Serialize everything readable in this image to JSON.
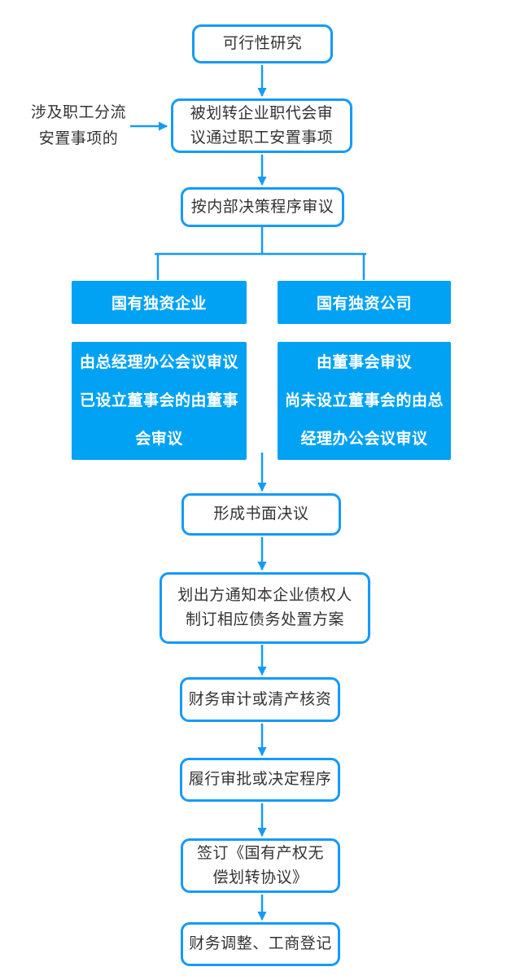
{
  "colors": {
    "stroke": "#159af9",
    "fill": "#01a2f3",
    "text_dark": "#333333",
    "text_light": "#ffffff"
  },
  "nodes": {
    "feasibility": {
      "label": "可行性研究"
    },
    "staff_note": {
      "label": "涉及职工分流\n安置事项的"
    },
    "congress": {
      "label": "被划转企业职代会审\n议通过职工安置事项"
    },
    "internal": {
      "label": "按内部决策程序审议"
    },
    "soe_header": {
      "label": "国有独资企业"
    },
    "soc_header": {
      "label": "国有独资公司"
    },
    "soe_body": {
      "label": "由总经理办公会议审议\n已设立董事会的由董事\n会审议"
    },
    "soc_body": {
      "label": "由董事会审议\n尚未设立董事会的由总\n经理办公会议审议"
    },
    "written": {
      "label": "形成书面决议"
    },
    "creditor": {
      "label": "划出方通知本企业债权人\n制订相应债务处置方案"
    },
    "audit": {
      "label": "财务审计或清产核资"
    },
    "approval": {
      "label": "履行审批或决定程序"
    },
    "agreement": {
      "label": "签订《国有产权无\n偿划转协议》"
    },
    "registration": {
      "label": "财务调整、工商登记"
    }
  },
  "edges": [
    {
      "from": "feasibility",
      "to": "congress"
    },
    {
      "from": "staff_note",
      "to": "congress"
    },
    {
      "from": "congress",
      "to": "internal"
    },
    {
      "from": "internal",
      "to": "soe_header"
    },
    {
      "from": "internal",
      "to": "soc_header"
    },
    {
      "from": "soe_body",
      "to": "written"
    },
    {
      "from": "soc_body",
      "to": "written"
    },
    {
      "from": "written",
      "to": "creditor"
    },
    {
      "from": "creditor",
      "to": "audit"
    },
    {
      "from": "audit",
      "to": "approval"
    },
    {
      "from": "approval",
      "to": "agreement"
    },
    {
      "from": "agreement",
      "to": "registration"
    }
  ]
}
